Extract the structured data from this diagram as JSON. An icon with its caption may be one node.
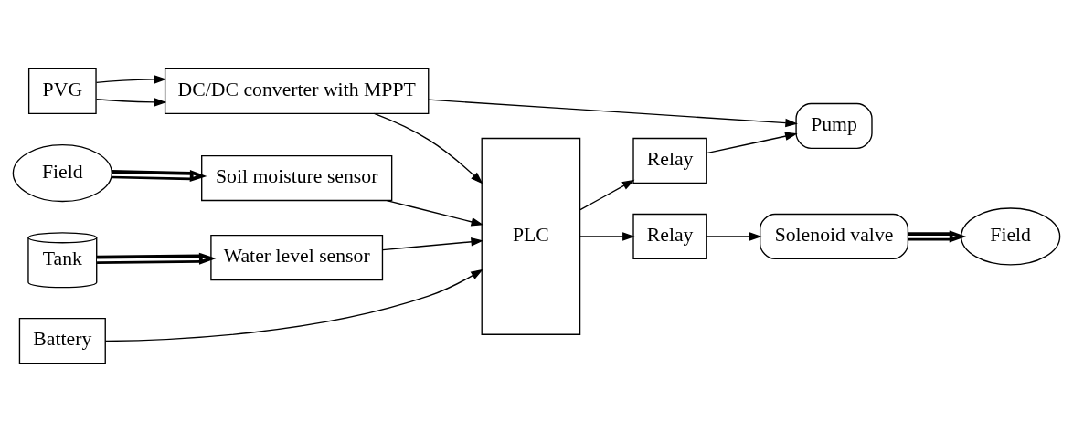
{
  "diagram": {
    "nodes": [
      {
        "text": [
          "PVG"
        ]
      },
      {
        "text": [
          "DC/DC converter with MPPT"
        ]
      },
      {
        "text": [
          "Field"
        ]
      },
      {
        "text": [
          "Soil moisture sensor"
        ]
      },
      {
        "text": [
          "Tank"
        ]
      },
      {
        "text": [
          "Water level sensor"
        ]
      },
      {
        "text": [
          "Battery"
        ]
      },
      {
        "text": [
          "PLC"
        ]
      },
      {
        "text": [
          "Relay"
        ]
      },
      {
        "text": [
          "Relay"
        ]
      },
      {
        "text": [
          "Pump"
        ]
      },
      {
        "text": [
          "Solenoid valve"
        ]
      },
      {
        "text": [
          "Field"
        ]
      }
    ],
    "edges": [
      {
        "from": 0,
        "to": 1,
        "arrow": "to"
      },
      {
        "from": 0,
        "to": 1,
        "arrow": "to"
      },
      {
        "from": 1,
        "to": 7,
        "arrow": "to"
      },
      {
        "from": 1,
        "to": 10,
        "arrow": "to"
      },
      {
        "from": 2,
        "to": 3,
        "arrow": "to",
        "style": "thick"
      },
      {
        "from": 3,
        "to": 7,
        "arrow": "to"
      },
      {
        "from": 4,
        "to": 5,
        "arrow": "to",
        "style": "thick"
      },
      {
        "from": 5,
        "to": 7,
        "arrow": "to"
      },
      {
        "from": 6,
        "to": 7,
        "arrow": "to"
      },
      {
        "from": 7,
        "to": 8,
        "arrow": "to"
      },
      {
        "from": 7,
        "to": 9,
        "arrow": "to"
      },
      {
        "from": 8,
        "to": 10,
        "arrow": "to"
      },
      {
        "from": 9,
        "to": 11,
        "arrow": "to"
      },
      {
        "from": 11,
        "to": 12,
        "arrow": "to",
        "style": "thick"
      }
    ]
  }
}
